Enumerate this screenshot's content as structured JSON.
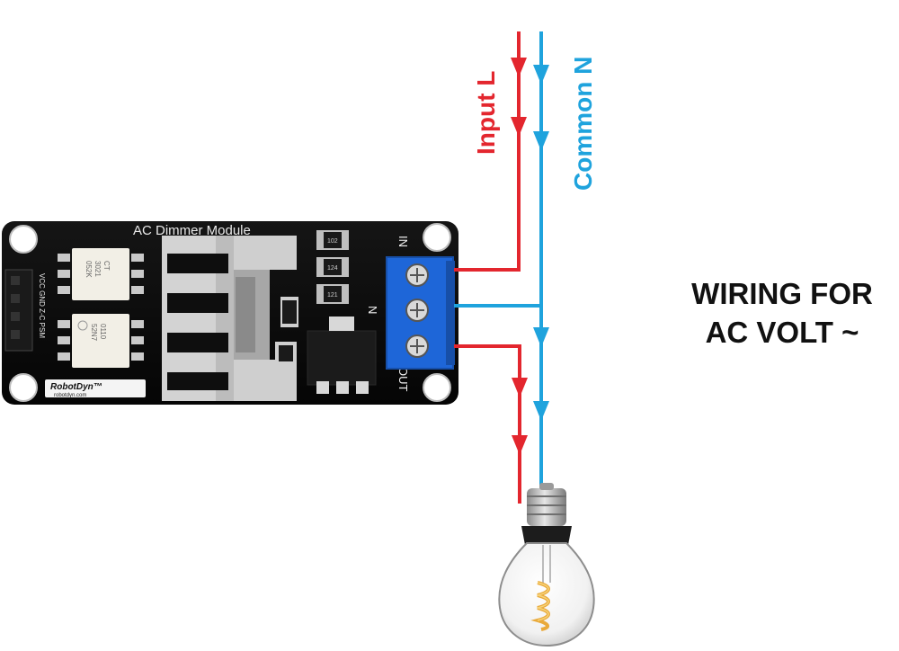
{
  "wire_labels": {
    "input_l": "Input L",
    "common_n": "Common N"
  },
  "caption": {
    "line1": "WIRING FOR",
    "line2": "AC VOLT ~"
  },
  "module": {
    "silkscreen_title": "AC Dimmer Module",
    "pin_header": "VCC GND Z-C PSM",
    "brand": "RobotDyn™",
    "brand_url": "robotdyn.com",
    "terminal_in": "IN",
    "terminal_n": "N",
    "terminal_out": "OUT",
    "optocoupler_1": [
      "CT",
      "3021",
      "052K"
    ],
    "optocoupler_2": [
      "0110",
      "52N7"
    ],
    "resistors": [
      "102",
      "124",
      "121"
    ]
  },
  "colors": {
    "line_wire": "#e3262e",
    "neutral_wire": "#1fa3dd",
    "pcb": "#0b0b0b",
    "terminal_block": "#1e66d8",
    "caption_text": "#111111"
  },
  "icons": {
    "bulb": "filament-bulb-icon",
    "arrow": "flow-arrow-icon"
  }
}
